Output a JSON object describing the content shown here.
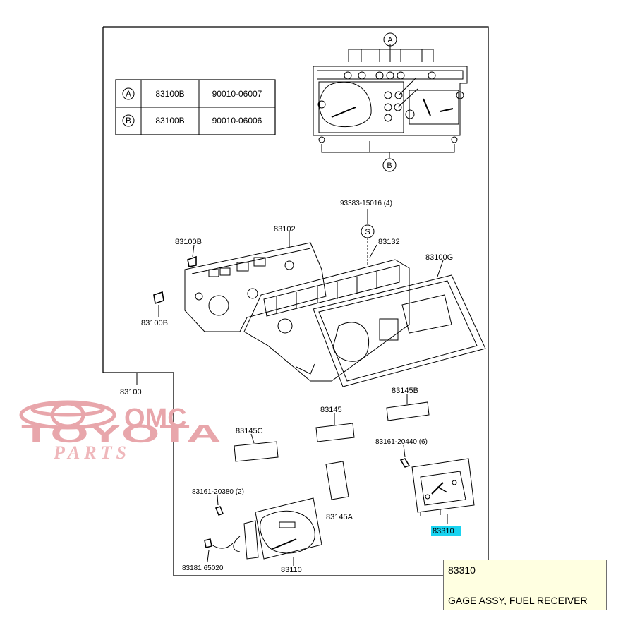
{
  "table": {
    "rows": [
      {
        "mark": "A",
        "part": "83100B",
        "bolt": "90010-06007"
      },
      {
        "mark": "B",
        "part": "83100B",
        "bolt": "90010-06006"
      }
    ]
  },
  "callouts": {
    "top_a": "A",
    "top_b": "B",
    "s_mark": "S"
  },
  "labels": {
    "screw": "93383-15016 (4)",
    "p83102": "83102",
    "p83132": "83132",
    "p83100G": "83100G",
    "p83100B_top": "83100B",
    "p83100B_bottom": "83100B",
    "p83100": "83100",
    "p83145": "83145",
    "p83145B": "83145B",
    "p83145C": "83145C",
    "p83145A": "83145A",
    "p83161_a": "83161-20440 (6)",
    "p83161_b": "83161-20380 (2)",
    "p83181": "83181  65020",
    "p83110": "83110",
    "p83310": "83310"
  },
  "watermark": {
    "line1": "OMC",
    "line2": "TOYOTA",
    "line3": "PARTS"
  },
  "tooltip": {
    "code": "83310",
    "description": "GAGE ASSY, FUEL RECEIVER"
  },
  "colors": {
    "highlight": "#19d3f0",
    "logo": "#e8a6ab",
    "tooltip_bg": "#ffffe1"
  }
}
